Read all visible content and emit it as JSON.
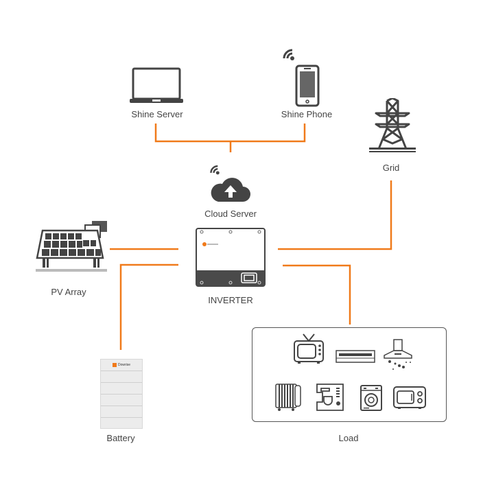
{
  "nodes": {
    "shine_server": {
      "label": "Shine Server",
      "icon": "laptop-icon"
    },
    "shine_phone": {
      "label": "Shine Phone",
      "icon": "smartphone-icon"
    },
    "cloud_server": {
      "label": "Cloud Server",
      "icon": "cloud-upload-icon"
    },
    "grid": {
      "label": "Grid",
      "icon": "power-pylon-icon"
    },
    "pv_array": {
      "label": "PV Array",
      "icon": "solar-panel-icon"
    },
    "inverter": {
      "label": "INVERTER",
      "icon": "inverter-icon"
    },
    "battery": {
      "label": "Battery",
      "icon": "battery-stack-icon",
      "brand": "Dowrise"
    },
    "load": {
      "label": "Load",
      "appliances": [
        "television",
        "air-conditioner",
        "range-hood",
        "oil-heater",
        "coffee-machine",
        "washing-machine",
        "microwave"
      ]
    }
  },
  "colors": {
    "wire": "#f07a1a",
    "icon": "#444444",
    "text": "#444444"
  }
}
